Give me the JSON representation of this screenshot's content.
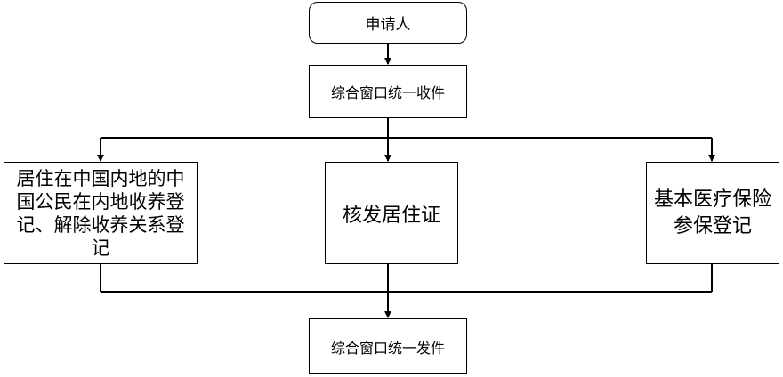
{
  "flowchart": {
    "applicant": "申请人",
    "receive": "综合窗口统一收件",
    "services": {
      "left": "居住在中国内地的中国公民在内地收养登记、解除收养关系登记",
      "center": "核发居住证",
      "right": "基本医疗保险参保登记"
    },
    "issue": "综合窗口统一发件"
  }
}
